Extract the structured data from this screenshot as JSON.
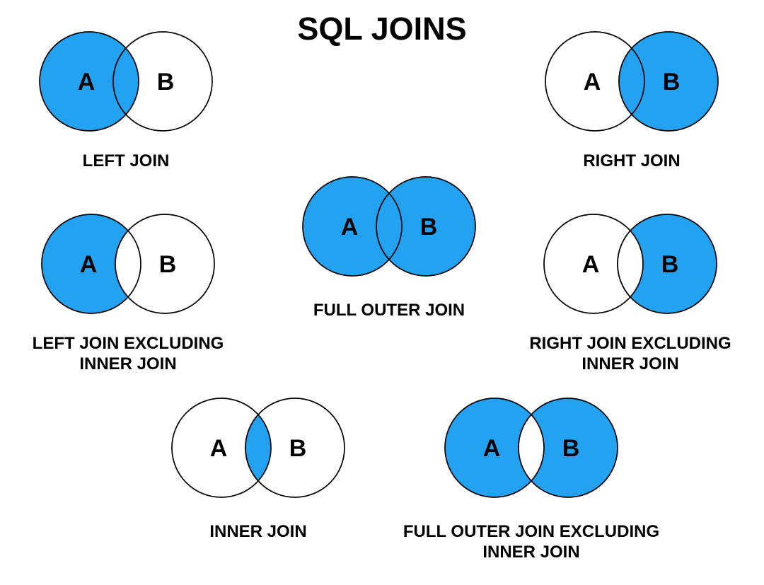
{
  "title": "SQL JOINS",
  "colors": {
    "filled": "#24A2F2",
    "unfilled": "#FFFFFF",
    "stroke": "#000000",
    "text": "#000000",
    "background": "#FFFFFF"
  },
  "circle_labels": {
    "left": "A",
    "right": "B"
  },
  "diagrams": [
    {
      "id": "left-join",
      "caption_lines": [
        "LEFT JOIN"
      ],
      "filled_regions": {
        "left_only": true,
        "intersection": true,
        "right_only": false
      }
    },
    {
      "id": "right-join",
      "caption_lines": [
        "RIGHT JOIN"
      ],
      "filled_regions": {
        "left_only": false,
        "intersection": true,
        "right_only": true
      }
    },
    {
      "id": "left-join-excluding-inner-join",
      "caption_lines": [
        "LEFT JOIN EXCLUDING",
        "INNER JOIN"
      ],
      "filled_regions": {
        "left_only": true,
        "intersection": false,
        "right_only": false
      }
    },
    {
      "id": "full-outer-join",
      "caption_lines": [
        "FULL OUTER JOIN"
      ],
      "filled_regions": {
        "left_only": true,
        "intersection": true,
        "right_only": true
      }
    },
    {
      "id": "right-join-excluding-inner-join",
      "caption_lines": [
        "RIGHT JOIN EXCLUDING",
        "INNER JOIN"
      ],
      "filled_regions": {
        "left_only": false,
        "intersection": false,
        "right_only": true
      }
    },
    {
      "id": "inner-join",
      "caption_lines": [
        "INNER JOIN"
      ],
      "filled_regions": {
        "left_only": false,
        "intersection": true,
        "right_only": false
      }
    },
    {
      "id": "full-outer-join-excluding-inner-join",
      "caption_lines": [
        "FULL OUTER JOIN EXCLUDING",
        "INNER JOIN"
      ],
      "filled_regions": {
        "left_only": true,
        "intersection": false,
        "right_only": true
      }
    }
  ]
}
